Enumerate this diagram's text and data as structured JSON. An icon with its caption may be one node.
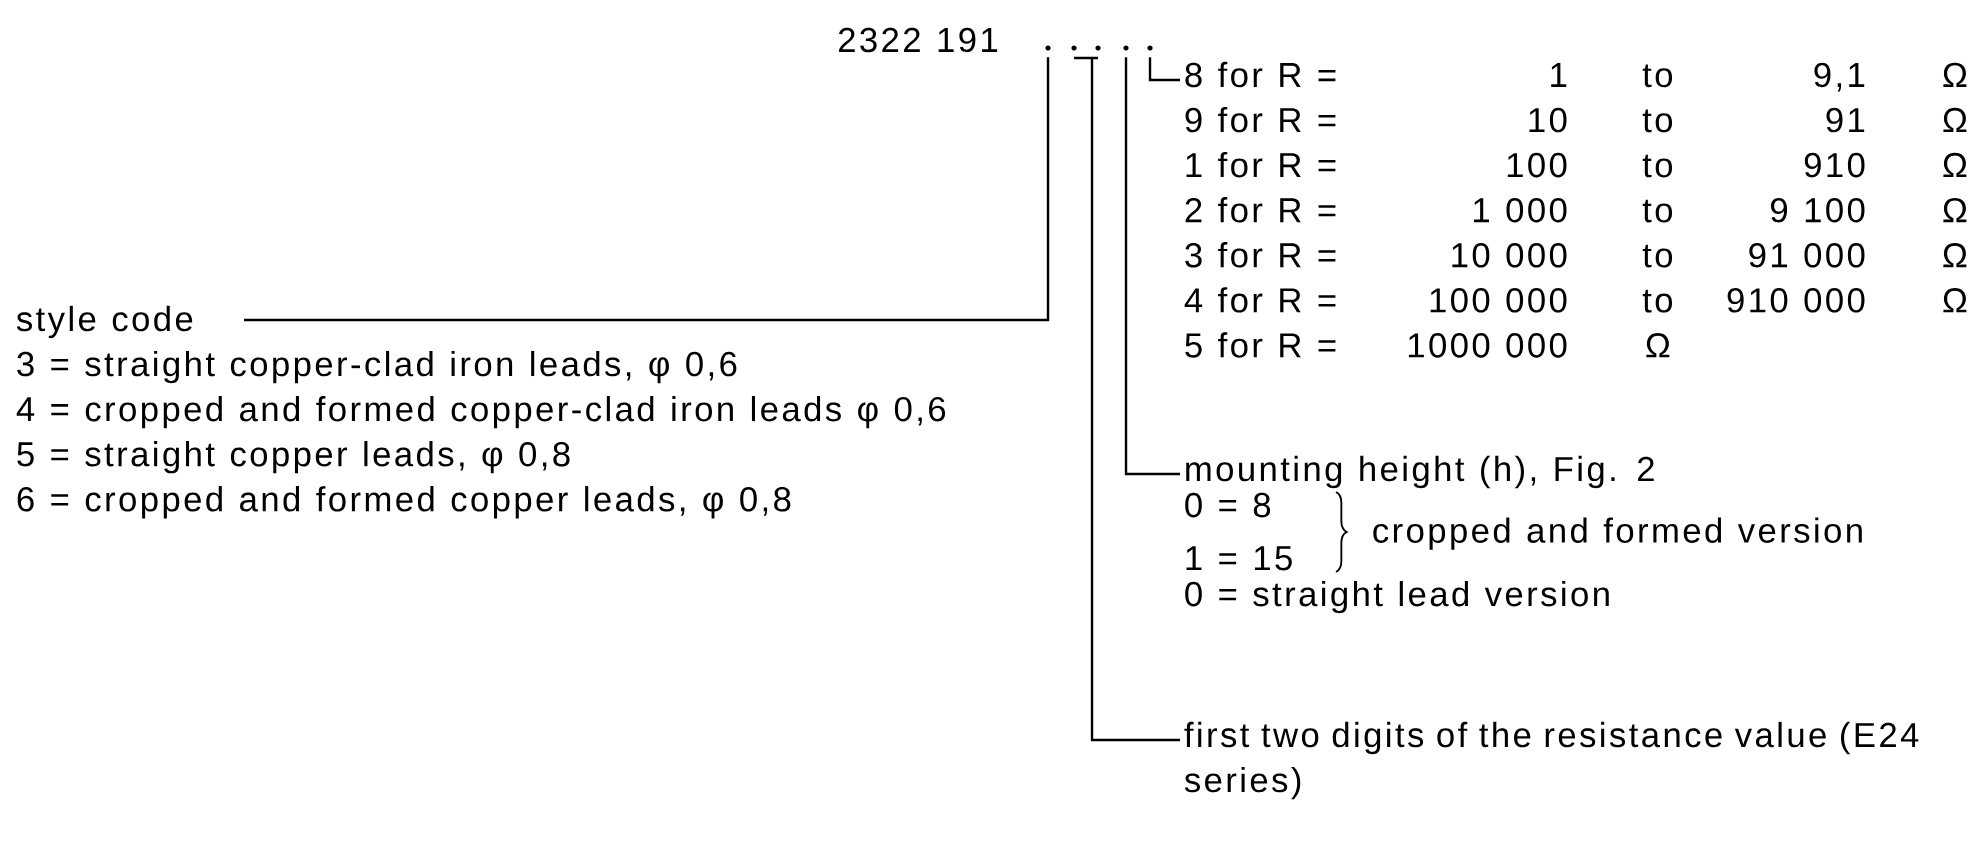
{
  "diagram": {
    "nodes": [
      {
        "text": [
          "2322 191"
        ]
      },
      {
        "text": [
          "8 for R =",
          "1",
          "to",
          "9,1",
          "Ω",
          "9 for R =",
          "10",
          "to",
          "91",
          "Ω",
          "1 for R =",
          "100",
          "to",
          "910",
          "Ω",
          "2 for R =",
          "1 000",
          "to",
          "9 100",
          "Ω",
          "3 for R =",
          "10 000",
          "to",
          "91 000",
          "Ω",
          "4 for R =",
          "100 000",
          "to",
          "910 000",
          "Ω",
          "5 for R =",
          "1000 000",
          "Ω"
        ]
      },
      {
        "text": [
          "style code",
          "3 = straight copper-clad iron leads, φ 0,6",
          "4 = cropped and formed copper-clad iron leads φ 0,6",
          "5 = straight copper leads, φ 0,8",
          "6 = cropped and formed copper leads, φ 0,8"
        ]
      },
      {
        "text": [
          "mounting height (h), Fig. 2",
          "0 = 8",
          "1 = 15",
          "cropped and formed version",
          "0 = straight lead version"
        ]
      },
      {
        "text": [
          "first two digits of the resistance value (E24 series)"
        ]
      }
    ],
    "edges": [
      {
        "from": 0,
        "to": 1,
        "arrow": "none"
      },
      {
        "from": 0,
        "to": 2,
        "arrow": "none"
      },
      {
        "from": 0,
        "to": 3,
        "arrow": "none"
      },
      {
        "from": 0,
        "to": 4,
        "arrow": "none"
      }
    ]
  }
}
